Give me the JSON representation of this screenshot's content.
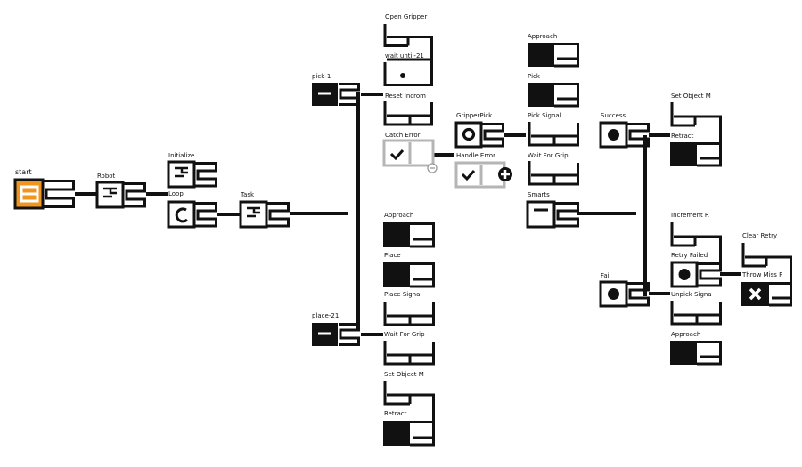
{
  "colors": {
    "ink": "#111111",
    "accent": "#f0961e",
    "muted": "#b5b5b5",
    "paper": "#ffffff"
  },
  "nodes": {
    "start": "start",
    "robot": "Robot",
    "initialize": "Initialize",
    "loop": "Loop",
    "task": "Task",
    "pick1": "pick-1",
    "place21": "place-21",
    "open_gripper": "Open Gripper",
    "wait_until": "wait until-21",
    "reset_incr": "Reset Incrom",
    "catch_error": "Catch Error",
    "handle_error": "Handle Error",
    "gripper_pick": "GripperPick",
    "approach_a": "Approach",
    "pick": "Pick",
    "pick_signal": "Pick Signal",
    "wait_grip_a": "Wait For Grip",
    "smarts": "Smarts",
    "success": "Success",
    "fail": "Fail",
    "set_object_a": "Set Object M",
    "retract_a": "Retract",
    "increment": "Increment R",
    "retry_failed": "Retry Failed",
    "unpick_signal": "Unpick Signa",
    "approach_b": "Approach",
    "clear_retry": "Clear Retry",
    "throw_miss": "Throw Miss F",
    "approach_c": "Approach",
    "place": "Place",
    "place_signal": "Place Signal",
    "wait_grip_b": "Wait For Grip",
    "set_object_b": "Set Object M",
    "retract_b": "Retract"
  },
  "icons": {
    "start": "stack-icon",
    "robot": "frame-icon",
    "initialize": "frame-icon",
    "loop": "loop-icon",
    "task": "frame-icon",
    "pick1": "bar-icon",
    "place21": "bar-icon",
    "wait_until": "dot-icon",
    "catch_error": "check-icon",
    "handle_error": "check-icon",
    "handle_error_add": "add-icon",
    "catch_error_remove": "minus-icon",
    "gripper_pick": "ring-icon",
    "smarts": "bar-icon",
    "success": "dot-icon",
    "fail": "dot-icon",
    "retry_failed": "dot-icon",
    "throw_miss": "close-icon"
  }
}
